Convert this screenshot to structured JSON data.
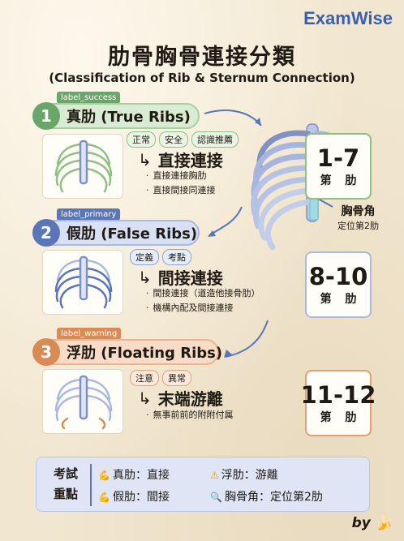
{
  "brand": "ExamWise",
  "title": "肋骨胸骨連接分類",
  "subtitle": "(Classification of Rib & Sternum Connection)",
  "sections": [
    {
      "tag": "label_success",
      "num": "1",
      "name": "真肋 (True Ribs)",
      "chips": [
        "正常",
        "安全",
        "認識推薦"
      ],
      "connection": "直接連接",
      "bullets": [
        "直接連接胸肋",
        "直接間接同連接"
      ],
      "ribs": "1-7",
      "unit": "第 肋"
    },
    {
      "tag": "label_primary",
      "num": "2",
      "name": "假肋 (False Ribs)",
      "chips": [
        "定義",
        "考點"
      ],
      "connection": "間接連接",
      "bullets": [
        "間接連接（道造他接骨肋）",
        "機構內配及間接連接"
      ],
      "ribs": "8-10",
      "unit": "第 肋"
    },
    {
      "tag": "label_warning",
      "num": "3",
      "name": "浮肋 (Floating Ribs)",
      "chips": [
        "注意",
        "異常"
      ],
      "connection": "末端游離",
      "bullets": [
        "無事前前的附附付属"
      ],
      "ribs": "11-12",
      "unit": "第 肋"
    }
  ],
  "angle": {
    "label": "胸骨角",
    "note": "定位第2肋"
  },
  "summary": {
    "label_line1": "考試",
    "label_line2": "重點",
    "items": [
      "真肋：直接",
      "浮肋：游離",
      "假肋：間接",
      "胸骨角：定位第2肋"
    ]
  },
  "by": "by",
  "colors": {
    "success": "#6aa56a",
    "primary": "#5a76b8",
    "warning": "#d98a55",
    "brand": "#3b5fb0"
  },
  "icons": [
    "rib-cage-icon",
    "arrow-icon",
    "warning-icon",
    "search-icon",
    "muscle-icon",
    "banana-icon"
  ]
}
